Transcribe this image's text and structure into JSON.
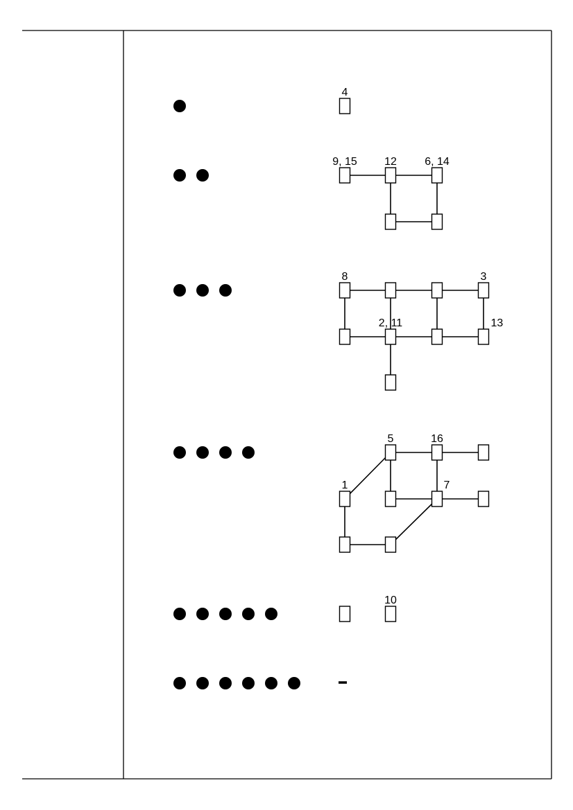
{
  "rows": [
    {
      "dots": 1,
      "nodes": [
        {
          "id": "a",
          "label": "4"
        }
      ],
      "edges": []
    },
    {
      "dots": 2,
      "nodes": [
        {
          "id": "a",
          "label": "9, 15"
        },
        {
          "id": "b",
          "label": "12"
        },
        {
          "id": "c",
          "label": "6, 14"
        },
        {
          "id": "d",
          "label": ""
        },
        {
          "id": "e",
          "label": ""
        }
      ],
      "edges": [
        [
          "a",
          "b"
        ],
        [
          "b",
          "c"
        ],
        [
          "b",
          "d"
        ],
        [
          "c",
          "e"
        ],
        [
          "d",
          "e"
        ]
      ]
    },
    {
      "dots": 3,
      "nodes": [
        {
          "id": "a",
          "label": "8"
        },
        {
          "id": "b",
          "label": ""
        },
        {
          "id": "c",
          "label": ""
        },
        {
          "id": "d",
          "label": "3"
        },
        {
          "id": "e",
          "label": ""
        },
        {
          "id": "f",
          "label": "2, 11"
        },
        {
          "id": "g",
          "label": ""
        },
        {
          "id": "h",
          "label": "13"
        },
        {
          "id": "i",
          "label": ""
        }
      ],
      "edges": [
        [
          "a",
          "b"
        ],
        [
          "b",
          "c"
        ],
        [
          "c",
          "d"
        ],
        [
          "a",
          "e"
        ],
        [
          "b",
          "f"
        ],
        [
          "c",
          "g"
        ],
        [
          "d",
          "h"
        ],
        [
          "e",
          "f"
        ],
        [
          "f",
          "g"
        ],
        [
          "g",
          "h"
        ],
        [
          "f",
          "i"
        ]
      ]
    },
    {
      "dots": 4,
      "nodes": [
        {
          "id": "a",
          "label": "5"
        },
        {
          "id": "b",
          "label": "16"
        },
        {
          "id": "c",
          "label": ""
        },
        {
          "id": "d",
          "label": "1"
        },
        {
          "id": "e",
          "label": ""
        },
        {
          "id": "f",
          "label": "7"
        },
        {
          "id": "g",
          "label": ""
        },
        {
          "id": "h",
          "label": ""
        },
        {
          "id": "i",
          "label": ""
        }
      ],
      "edges": [
        [
          "a",
          "b"
        ],
        [
          "b",
          "c"
        ],
        [
          "a",
          "d"
        ],
        [
          "a",
          "e"
        ],
        [
          "b",
          "f"
        ],
        [
          "e",
          "f"
        ],
        [
          "f",
          "g"
        ],
        [
          "d",
          "h"
        ],
        [
          "h",
          "i"
        ],
        [
          "i",
          "f"
        ]
      ]
    },
    {
      "dots": 5,
      "nodes": [
        {
          "id": "a",
          "label": ""
        },
        {
          "id": "b",
          "label": "10"
        }
      ],
      "edges": []
    },
    {
      "dots": 6,
      "nodes": [],
      "edges": [],
      "empty_marker": "-"
    }
  ]
}
